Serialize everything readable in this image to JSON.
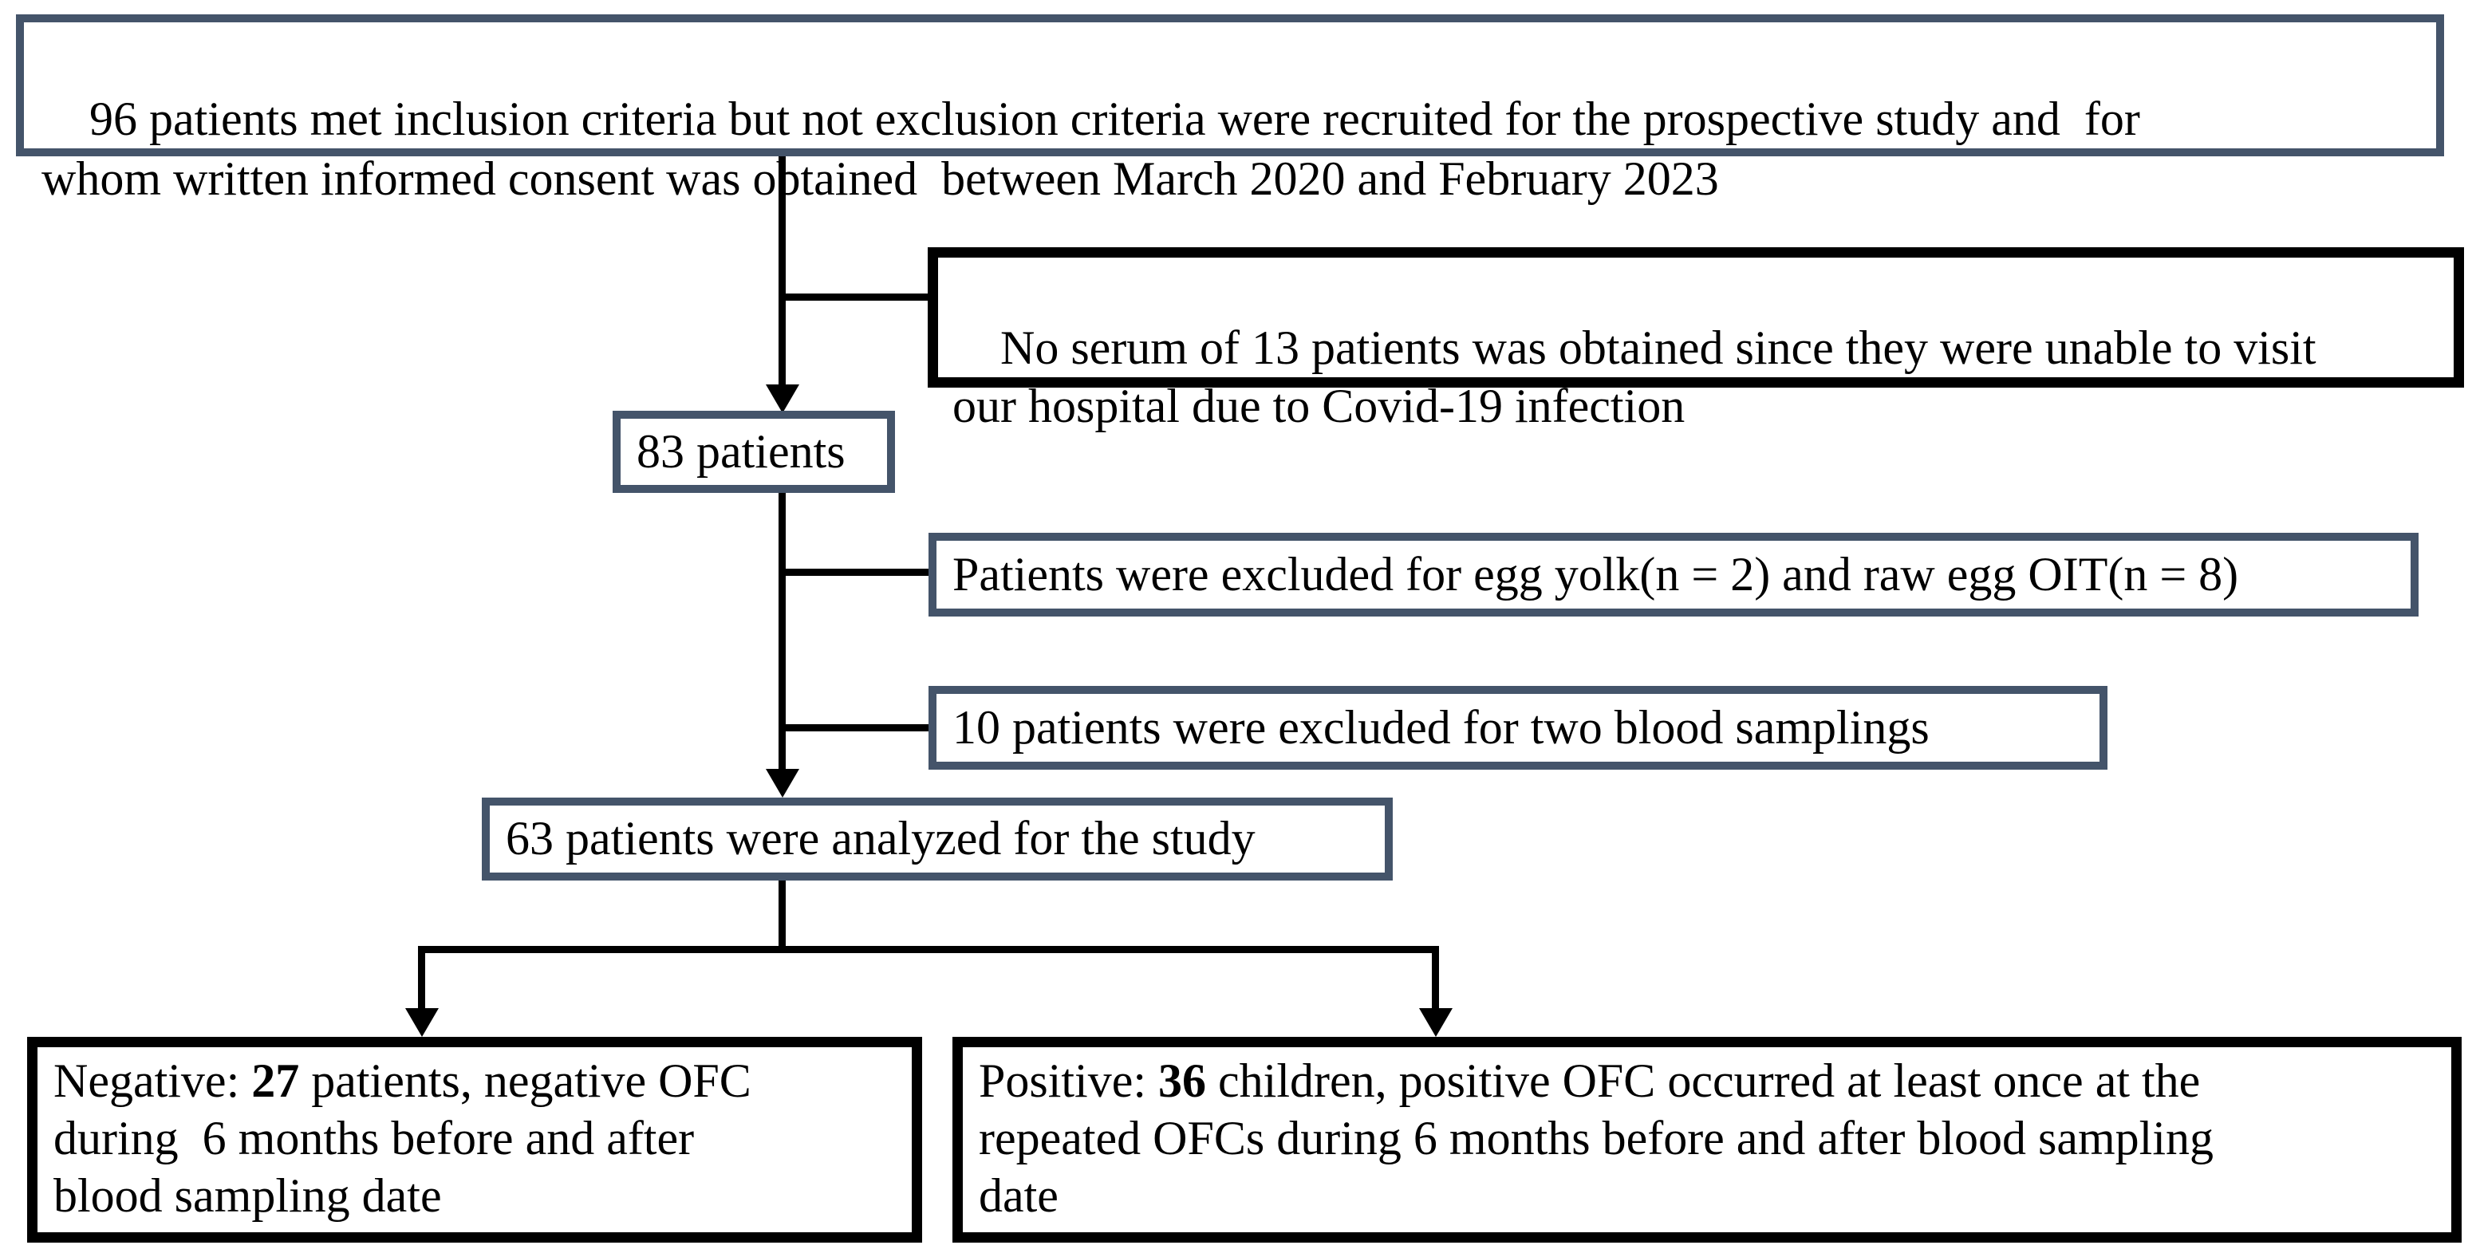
{
  "diagram": {
    "title": "Study recruitment flow diagram",
    "colors": {
      "box_border_slate": "#44546A",
      "box_border_black": "#000000",
      "connector_line": "#000000",
      "background": "#ffffff"
    },
    "boxes": {
      "recruited": {
        "text": "96 patients met inclusion criteria but not exclusion criteria were recruited for the prospective study and  for\nwhom written informed consent was obtained  between March 2020 and February 2023"
      },
      "no_serum": {
        "text": "No serum of 13 patients was obtained since they were unable to visit\nour hospital due to Covid-19 infection"
      },
      "patients_83": {
        "text": "83 patients"
      },
      "excluded_egg": {
        "text": "Patients were excluded for egg yolk(n = 2) and raw egg OIT(n = 8)"
      },
      "excluded_blood_sampling": {
        "text": "10 patients were excluded for two blood samplings"
      },
      "analyzed_63": {
        "text": "63 patients were analyzed for the study"
      },
      "negative_outcome": {
        "prefix": "Negative: ",
        "count": "27",
        "suffix": " patients, negative OFC\nduring  6 months before and after\nblood sampling date"
      },
      "positive_outcome": {
        "prefix": "Positive: ",
        "count": "36",
        "suffix": " children, positive OFC occurred at least once at the\nrepeated OFCs during 6 months before and after blood sampling\ndate"
      }
    }
  }
}
